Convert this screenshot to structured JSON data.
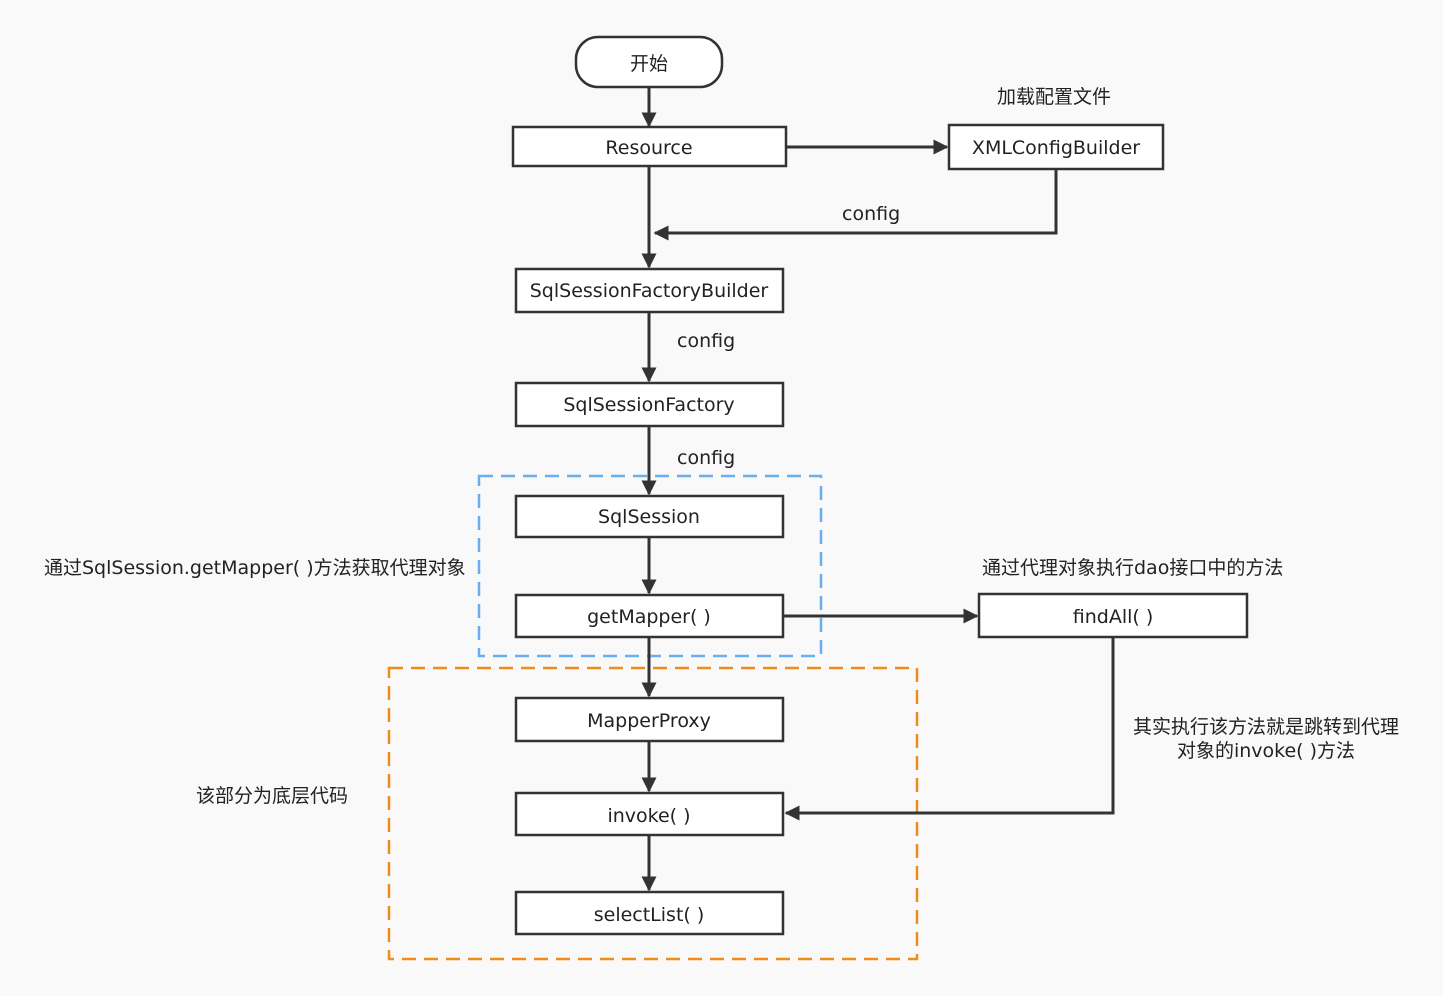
{
  "nodes": {
    "start": "开始",
    "resource": "Resource",
    "xml_config_builder": "XMLConfigBuilder",
    "sql_session_factory_builder": "SqlSessionFactoryBuilder",
    "sql_session_factory": "SqlSessionFactory",
    "sql_session": "SqlSession",
    "get_mapper": "getMapper( )",
    "find_all": "findAll( )",
    "mapper_proxy": "MapperProxy",
    "invoke": "invoke( )",
    "select_list": "selectList( )"
  },
  "edge_labels": {
    "config_from_xml": "config",
    "config_to_factory": "config",
    "config_to_session": "config"
  },
  "annotations": {
    "load_config": "加载配置文件",
    "get_mapper_note": "通过SqlSession.getMapper( )方法获取代理对象",
    "proxy_exec_note": "通过代理对象执行dao接口中的方法",
    "invoke_note_line1": "其实执行该方法就是跳转到代理",
    "invoke_note_line2": "对象的invoke( )方法",
    "bottom_layer_note": "该部分为底层代码"
  },
  "colors": {
    "background": "#f9f9f9",
    "box_stroke": "#333333",
    "blue_group": "#6aaeef",
    "orange_group": "#f08c1e"
  }
}
